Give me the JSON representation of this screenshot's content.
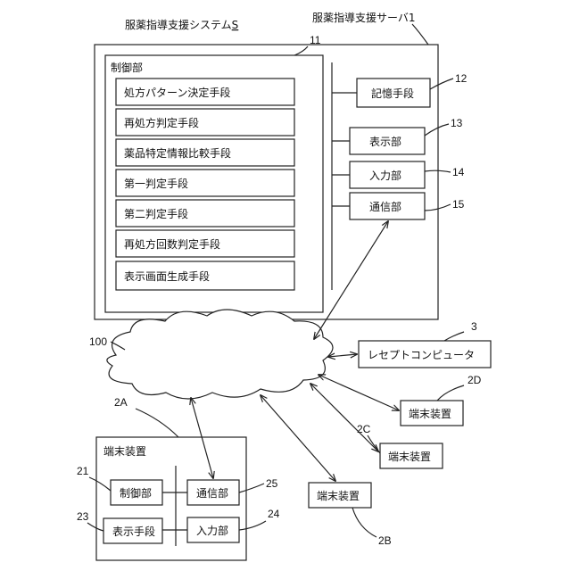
{
  "system_title": "服薬指導支援システム",
  "system_letter": "S",
  "server": {
    "title": "服薬指導支援サーバ1",
    "ref": "11",
    "control_unit": {
      "title": "制御部",
      "means": [
        "処方パターン決定手段",
        "再処方判定手段",
        "薬品特定情報比較手段",
        "第一判定手段",
        "第二判定手段",
        "再処方回数判定手段",
        "表示画面生成手段"
      ]
    },
    "units": [
      {
        "label": "記憶手段",
        "ref": "12"
      },
      {
        "label": "表示部",
        "ref": "13"
      },
      {
        "label": "入力部",
        "ref": "14"
      },
      {
        "label": "通信部",
        "ref": "15"
      }
    ]
  },
  "network": {
    "ref": "100"
  },
  "receipt_computer": {
    "label": "レセプトコンピュータ",
    "ref": "3"
  },
  "terminals": {
    "d": {
      "label": "端末装置",
      "ref": "2D"
    },
    "c": {
      "label": "端末装置",
      "ref": "2C"
    },
    "b": {
      "label": "端末装置",
      "ref": "2B"
    },
    "a": {
      "label": "端末装置",
      "ref": "2A",
      "control": {
        "label": "制御部",
        "ref": "21"
      },
      "display": {
        "label": "表示手段",
        "ref": "23"
      },
      "comm": {
        "label": "通信部",
        "ref": "25"
      },
      "input": {
        "label": "入力部",
        "ref": "24"
      }
    }
  }
}
